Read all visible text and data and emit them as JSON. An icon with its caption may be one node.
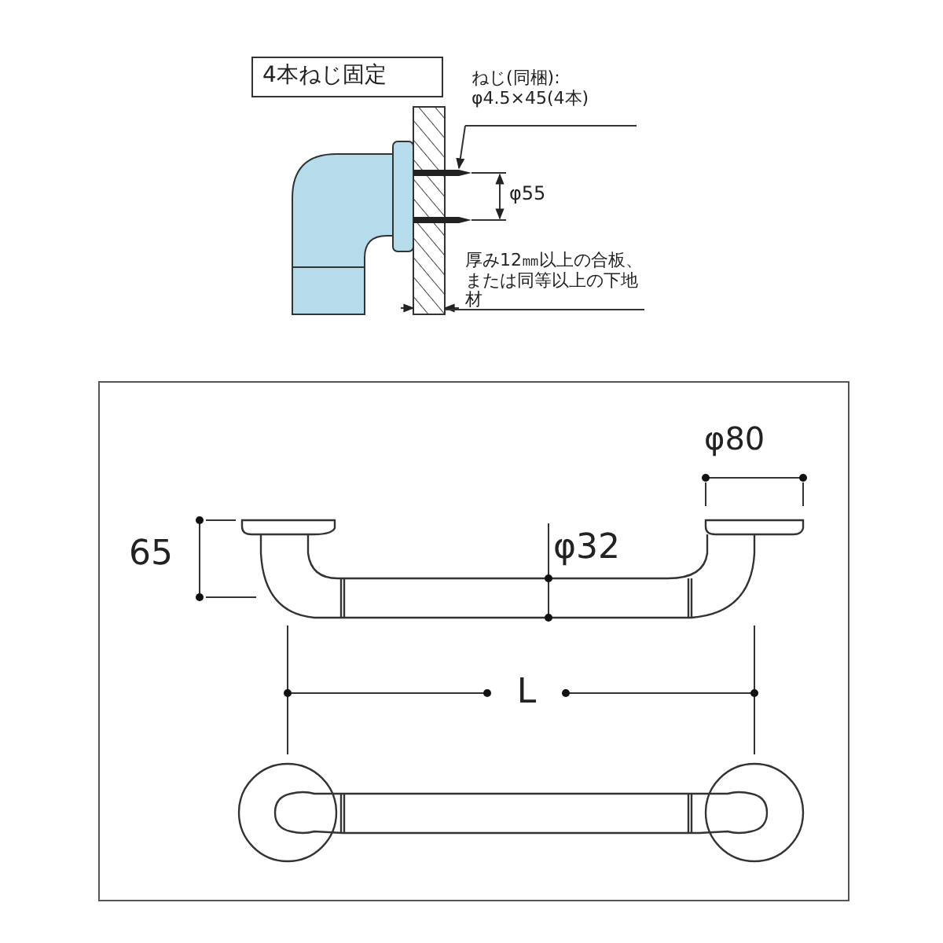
{
  "diagram": {
    "nodes": [
      {
        "text": [
          "4本ねじ固定"
        ]
      },
      {
        "text": [
          "ねじ(同梱):",
          "φ4.5×45(4本)"
        ]
      },
      {
        "text": [],
        "shape": "picture"
      }
    ],
    "edges": [
      {
        "from": 1,
        "to": 2,
        "arrow": "to"
      }
    ],
    "labels": [
      "φ55",
      "厚み12㎜以上の合板、または同等以上の下地材",
      "65",
      "φ80",
      "φ32",
      "L"
    ]
  }
}
